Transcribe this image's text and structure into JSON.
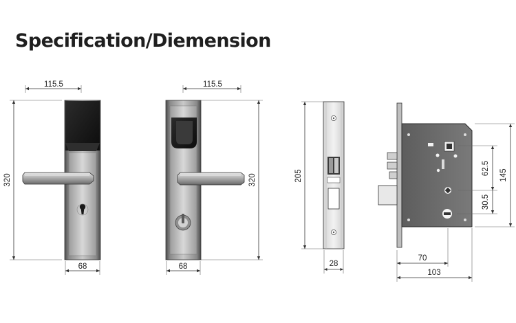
{
  "title": "Specification/Diemension",
  "dimensions": {
    "left_width": "115.5",
    "left_height": "320",
    "left_base": "68",
    "back_width": "115.5",
    "back_height": "320",
    "back_base": "68",
    "faceplate_height": "205",
    "faceplate_width": "28",
    "mortise_upper": "62.5",
    "mortise_lower": "30.5",
    "mortise_total": "145",
    "mortise_backset": "70",
    "mortise_depth": "103"
  },
  "colors": {
    "plate_dark": "#5a5a5a",
    "plate_light": "#b8b8b8",
    "reader_black": "#1a1a1a",
    "mortise_body": "#6b6b6b"
  }
}
